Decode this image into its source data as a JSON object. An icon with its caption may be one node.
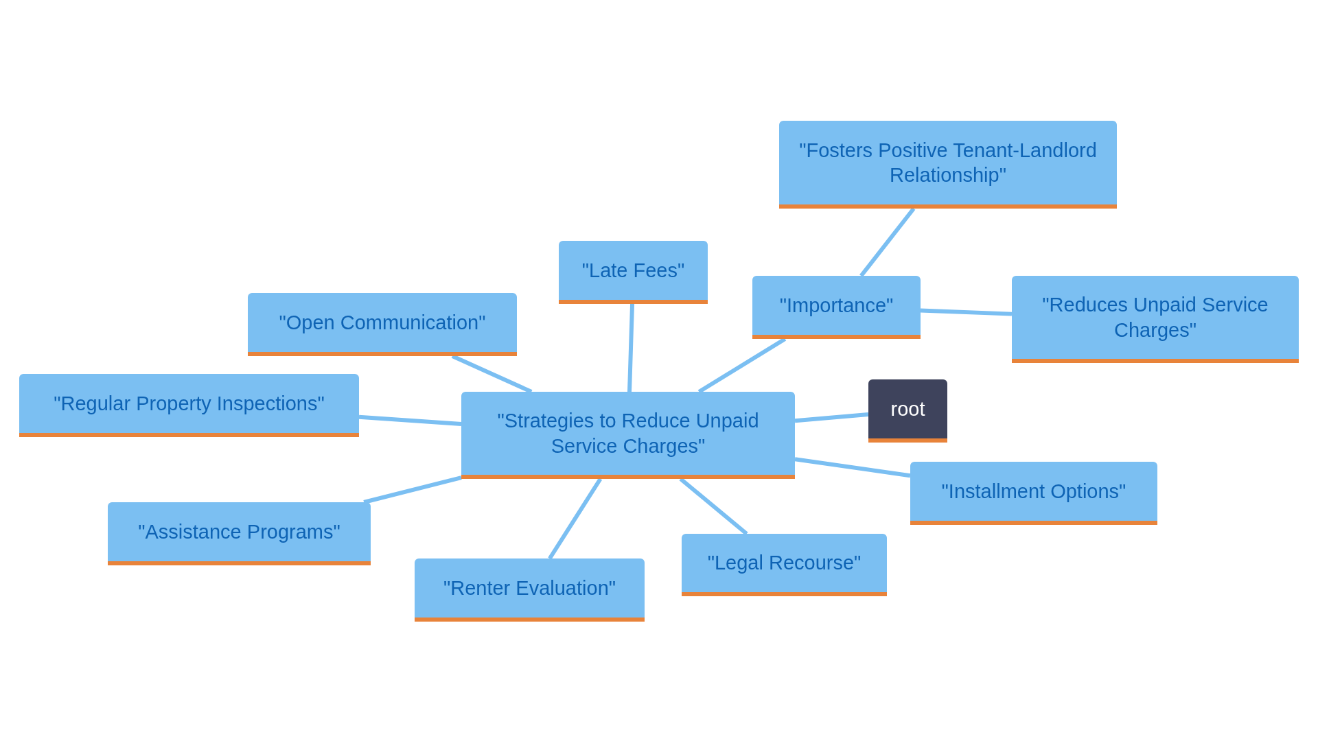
{
  "diagram": {
    "nodes": [
      {
        "text": [
          "root"
        ]
      },
      {
        "text": [
          "\"Strategies to Reduce Unpaid Service Charges\""
        ]
      },
      {
        "text": [
          "\"Importance\""
        ]
      },
      {
        "text": [
          "\"Fosters Positive Tenant-Landlord Relationship\""
        ]
      },
      {
        "text": [
          "\"Reduces Unpaid Service Charges\""
        ]
      },
      {
        "text": [
          "\"Late Fees\""
        ]
      },
      {
        "text": [
          "\"Open Communication\""
        ]
      },
      {
        "text": [
          "\"Regular Property Inspections\""
        ]
      },
      {
        "text": [
          "\"Assistance Programs\""
        ]
      },
      {
        "text": [
          "\"Renter Evaluation\""
        ]
      },
      {
        "text": [
          "\"Legal Recourse\""
        ]
      },
      {
        "text": [
          "\"Installment Options\""
        ]
      }
    ],
    "edges": [
      {
        "from": 0,
        "to": 1,
        "arrow": "none"
      },
      {
        "from": 1,
        "to": 2,
        "arrow": "none"
      },
      {
        "from": 2,
        "to": 3,
        "arrow": "none"
      },
      {
        "from": 2,
        "to": 4,
        "arrow": "none"
      },
      {
        "from": 1,
        "to": 5,
        "arrow": "none"
      },
      {
        "from": 1,
        "to": 6,
        "arrow": "none"
      },
      {
        "from": 1,
        "to": 7,
        "arrow": "none"
      },
      {
        "from": 1,
        "to": 8,
        "arrow": "none"
      },
      {
        "from": 1,
        "to": 9,
        "arrow": "none"
      },
      {
        "from": 1,
        "to": 10,
        "arrow": "none"
      },
      {
        "from": 1,
        "to": 11,
        "arrow": "none"
      }
    ]
  }
}
